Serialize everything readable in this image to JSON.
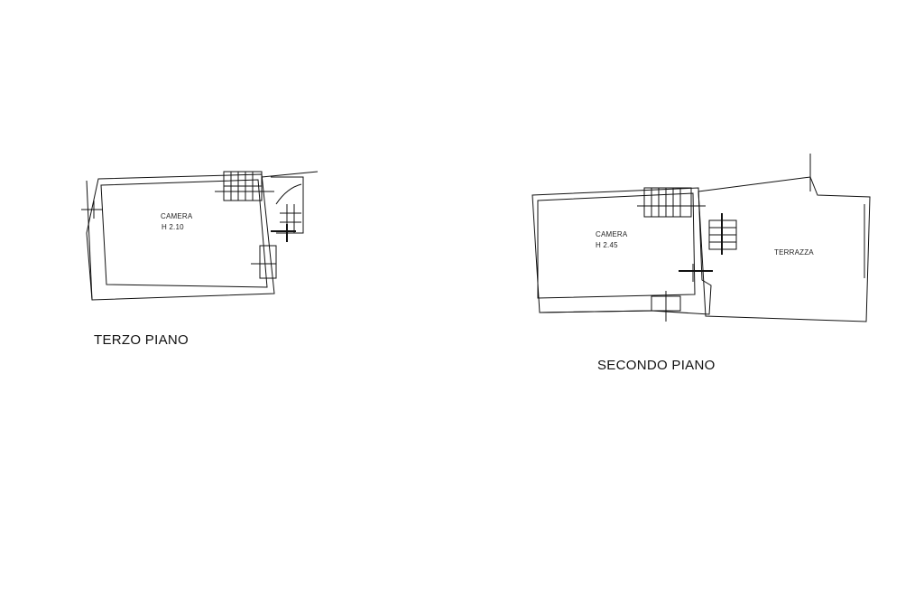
{
  "plans": {
    "third_floor": {
      "title": "TERZO PIANO",
      "room_name": "CAMERA",
      "room_height": "H 2.10"
    },
    "second_floor": {
      "title": "SECONDO PIANO",
      "room_name": "CAMERA",
      "room_height": "H 2.45",
      "terrace_name": "TERRAZZA"
    }
  },
  "colors": {
    "line": "#111111",
    "background": "#ffffff"
  }
}
